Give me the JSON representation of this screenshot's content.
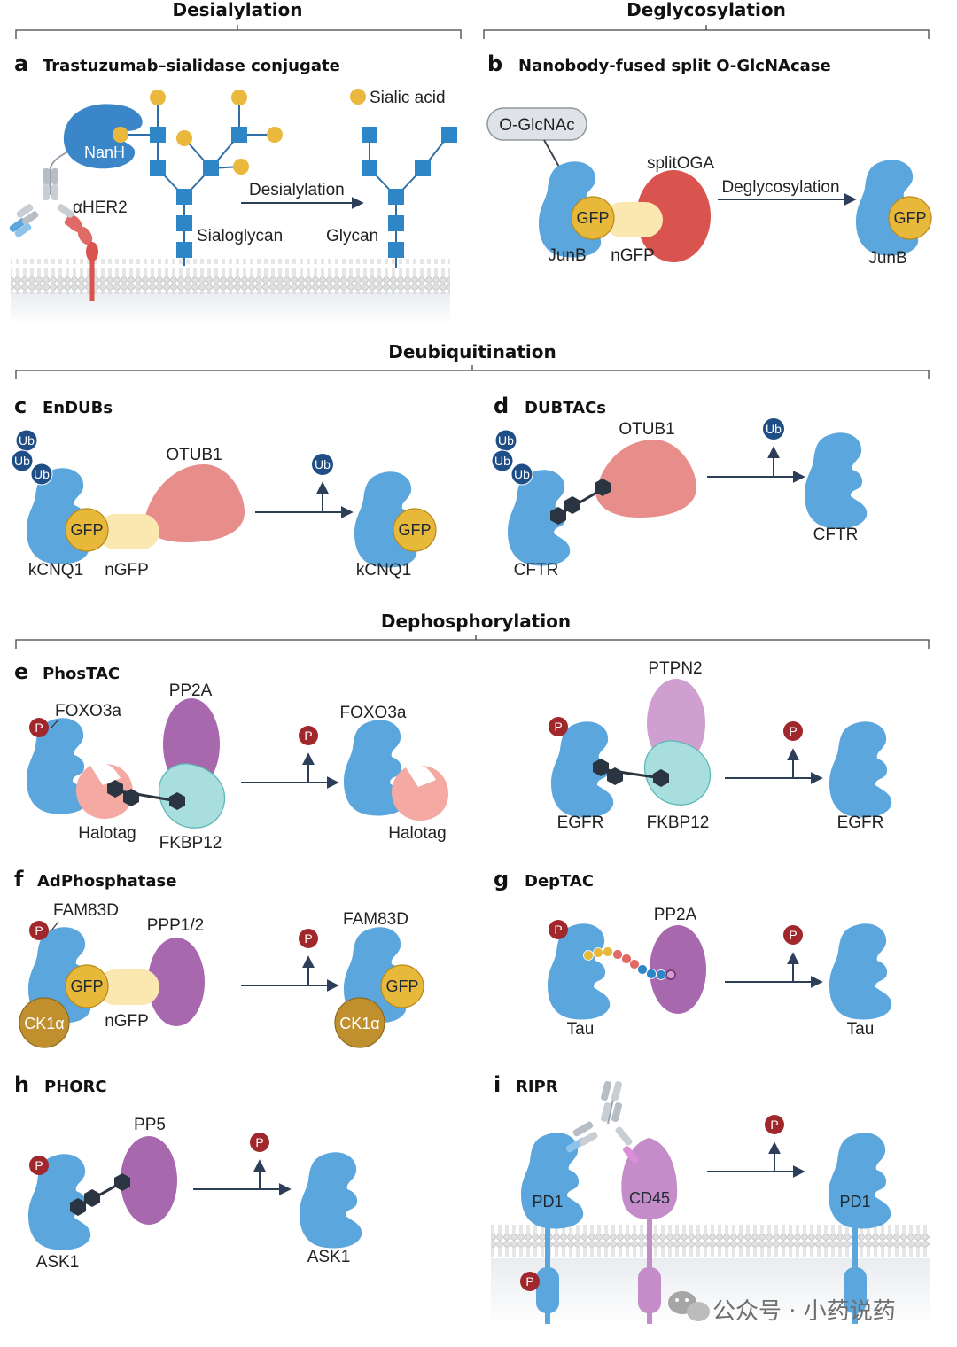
{
  "sections": {
    "desialylation": "Desialylation",
    "deglycosylation": "Deglycosylation",
    "deubiquitination": "Deubiquitination",
    "dephosphorylation": "Dephosphorylation"
  },
  "panels": {
    "a": {
      "letter": "a",
      "title": "Trastuzumab–sialidase conjugate",
      "labels": {
        "nanh": "NanH",
        "aher2": "αHER2",
        "sialic_acid": "Sialic acid",
        "desialylation": "Desialylation",
        "sialoglycan": "Sialoglycan",
        "glycan": "Glycan"
      }
    },
    "b": {
      "letter": "b",
      "title": "Nanobody-fused split O-GlcNAcase",
      "labels": {
        "oglcnac": "O-GlcNAc",
        "splitoga": "splitOGA",
        "gfp": "GFP",
        "junb": "JunB",
        "ngfp": "nGFP",
        "deglycosylation": "Deglycosylation",
        "gfp2": "GFP",
        "junb2": "JunB"
      }
    },
    "c": {
      "letter": "c",
      "title": "EnDUBs",
      "labels": {
        "ub": "Ub",
        "otub1": "OTUB1",
        "gfp": "GFP",
        "kcnq1": "kCNQ1",
        "ngfp": "nGFP",
        "gfp2": "GFP",
        "kcnq1_2": "kCNQ1"
      }
    },
    "d": {
      "letter": "d",
      "title": "DUBTACs",
      "labels": {
        "ub": "Ub",
        "otub1": "OTUB1",
        "cftr": "CFTR",
        "cftr2": "CFTR"
      }
    },
    "e": {
      "letter": "e",
      "title": "PhosTAC",
      "labels": {
        "p": "P",
        "foxo3a": "FOXO3a",
        "pp2a": "PP2A",
        "halotag": "Halotag",
        "fkbp12": "FKBP12",
        "foxo3a2": "FOXO3a",
        "halotag2": "Halotag",
        "ptpn2": "PTPN2",
        "egfr": "EGFR",
        "fkbp12b": "FKBP12",
        "egfr2": "EGFR"
      }
    },
    "f": {
      "letter": "f",
      "title": "AdPhosphatase",
      "labels": {
        "p": "P",
        "fam83d": "FAM83D",
        "ppp12": "PPP1/2",
        "gfp": "GFP",
        "ck1a": "CK1α",
        "ngfp": "nGFP",
        "fam83d2": "FAM83D",
        "gfp2": "GFP",
        "ck1a2": "CK1α"
      }
    },
    "g": {
      "letter": "g",
      "title": "DepTAC",
      "labels": {
        "p": "P",
        "pp2a": "PP2A",
        "tau": "Tau",
        "tau2": "Tau"
      }
    },
    "h": {
      "letter": "h",
      "title": "PHORC",
      "labels": {
        "p": "P",
        "pp5": "PP5",
        "ask1": "ASK1",
        "ask1_2": "ASK1"
      }
    },
    "i": {
      "letter": "i",
      "title": "RIPR",
      "labels": {
        "p": "P",
        "pd1": "PD1",
        "cd45": "CD45",
        "pd1_2": "PD1"
      }
    }
  },
  "watermark": "公众号 · 小药说药",
  "colors": {
    "protein_blue": "#5aa6dd",
    "gfp_yellow": "#e8b83a",
    "ngfp_cream": "#fbe7b0",
    "otub1_salmon": "#e88e8a",
    "splitoga_red": "#d9534f",
    "phosphatase_purple": "#a868ae",
    "ptpn2_lilac": "#cf9fcf",
    "fkbp12_teal": "#a9dede",
    "halotag_pink": "#f4a9a3",
    "ub_navy": "#1f4d86",
    "phospho_red": "#a0272b",
    "ck1a_gold": "#c0902f",
    "glycan_blue": "#2f86c6",
    "sialic_yellow": "#e9b83c",
    "arrow_navy": "#2c3e58"
  }
}
